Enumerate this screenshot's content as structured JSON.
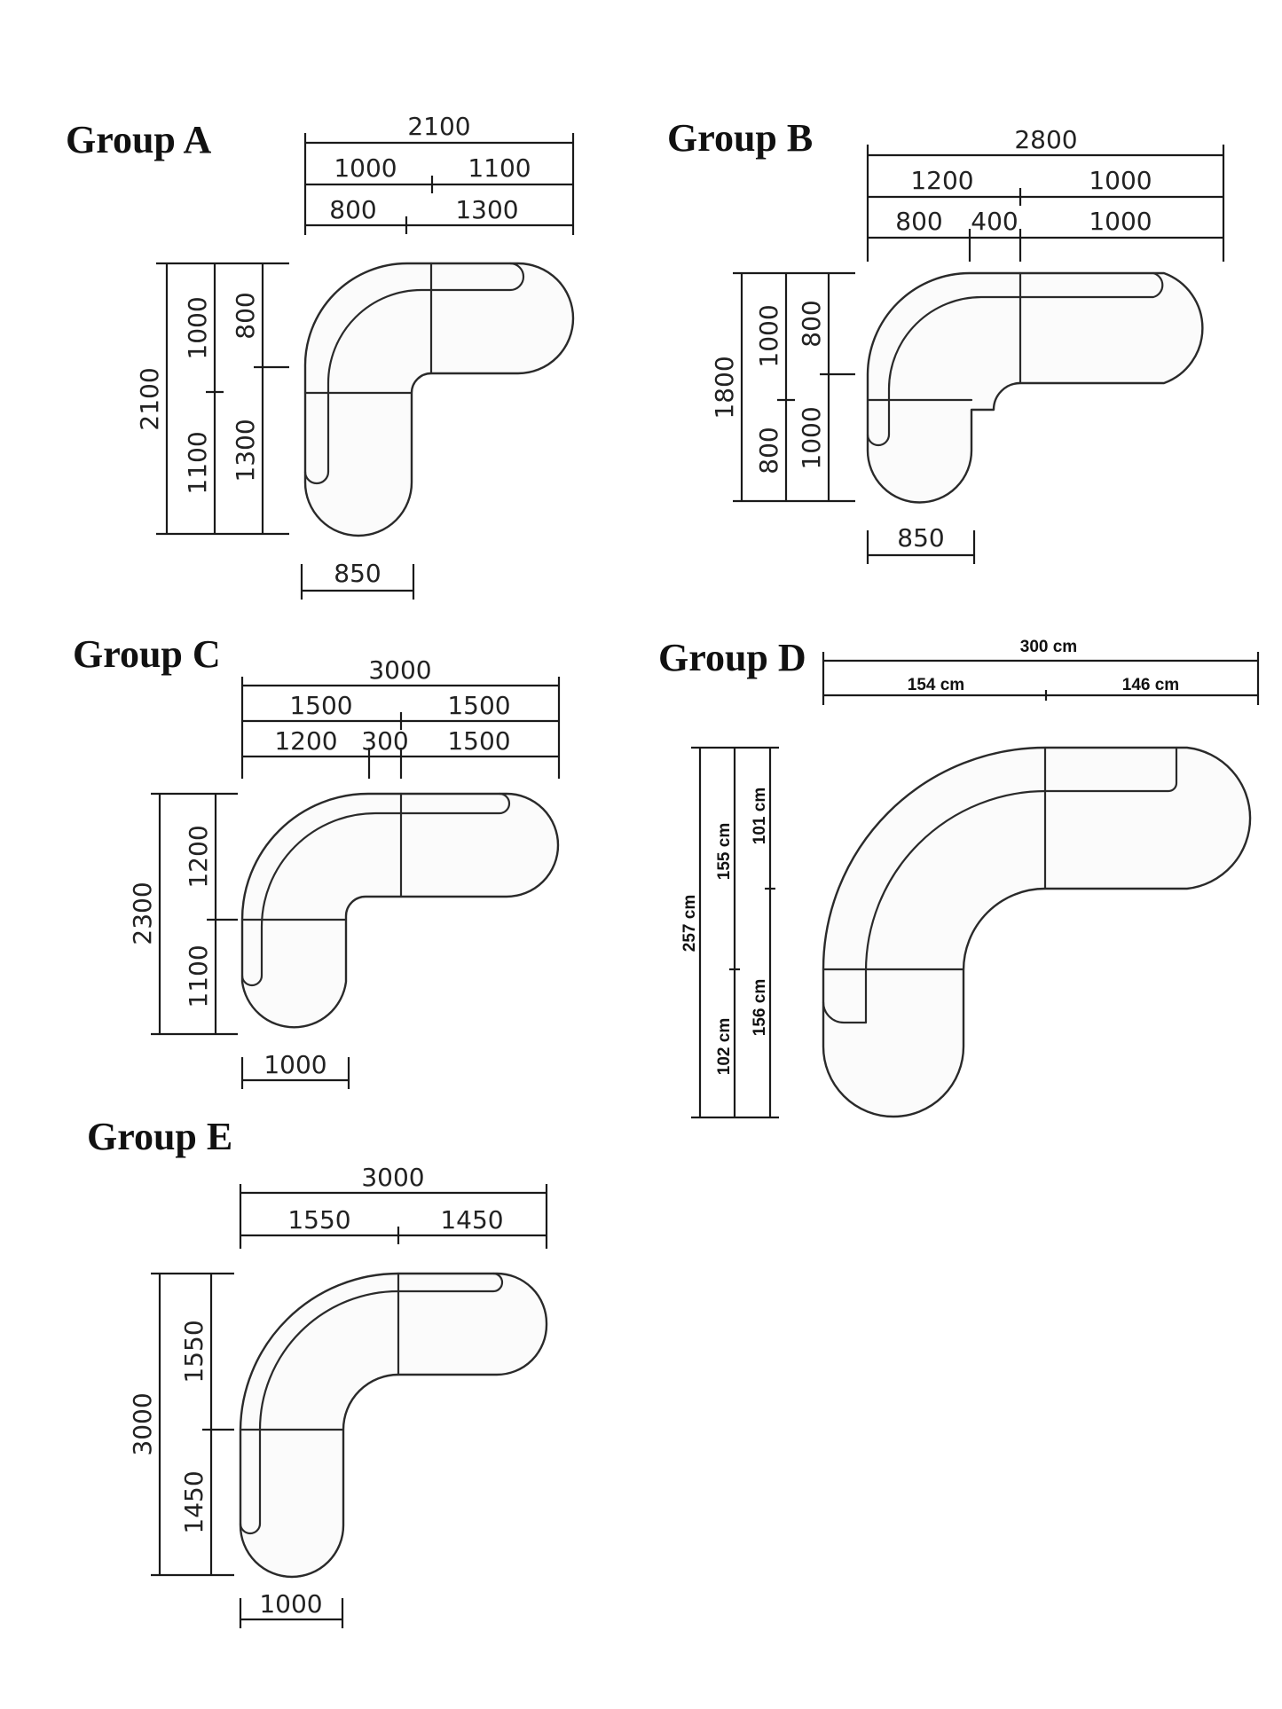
{
  "groups": {
    "a": {
      "title": "Group A",
      "top": {
        "overall": "2100",
        "row2": [
          "1000",
          "1100"
        ],
        "row3": [
          "800",
          "1300"
        ]
      },
      "left": {
        "overall": "2100",
        "col2": [
          "1000",
          "1100"
        ],
        "col3": [
          "800",
          "1300"
        ]
      },
      "bottom": "850"
    },
    "b": {
      "title": "Group B",
      "top": {
        "overall": "2800",
        "row2": [
          "1200",
          "1000"
        ],
        "row3": [
          "800",
          "400",
          "1000"
        ]
      },
      "left": {
        "overall": "1800",
        "col2": [
          "1000",
          "800"
        ],
        "col3": [
          "800",
          "1000"
        ]
      },
      "bottom": "850"
    },
    "c": {
      "title": "Group C",
      "top": {
        "overall": "3000",
        "row2": [
          "1500",
          "1500"
        ],
        "row3": [
          "1200",
          "300",
          "1500"
        ]
      },
      "left": {
        "overall": "2300",
        "col2": [
          "1200",
          "1100"
        ]
      },
      "bottom": "1000"
    },
    "d": {
      "title": "Group D",
      "top": {
        "overall": "300 cm",
        "row2": [
          "154 cm",
          "146 cm"
        ]
      },
      "left": {
        "overall": "257 cm",
        "col2": [
          "155 cm",
          "102 cm"
        ],
        "col3": [
          "101 cm",
          "156 cm"
        ]
      }
    },
    "e": {
      "title": "Group E",
      "top": {
        "overall": "3000",
        "row2": [
          "1550",
          "1450"
        ]
      },
      "left": {
        "overall": "3000",
        "col2": [
          "1550",
          "1450"
        ]
      },
      "bottom": "1000"
    }
  }
}
